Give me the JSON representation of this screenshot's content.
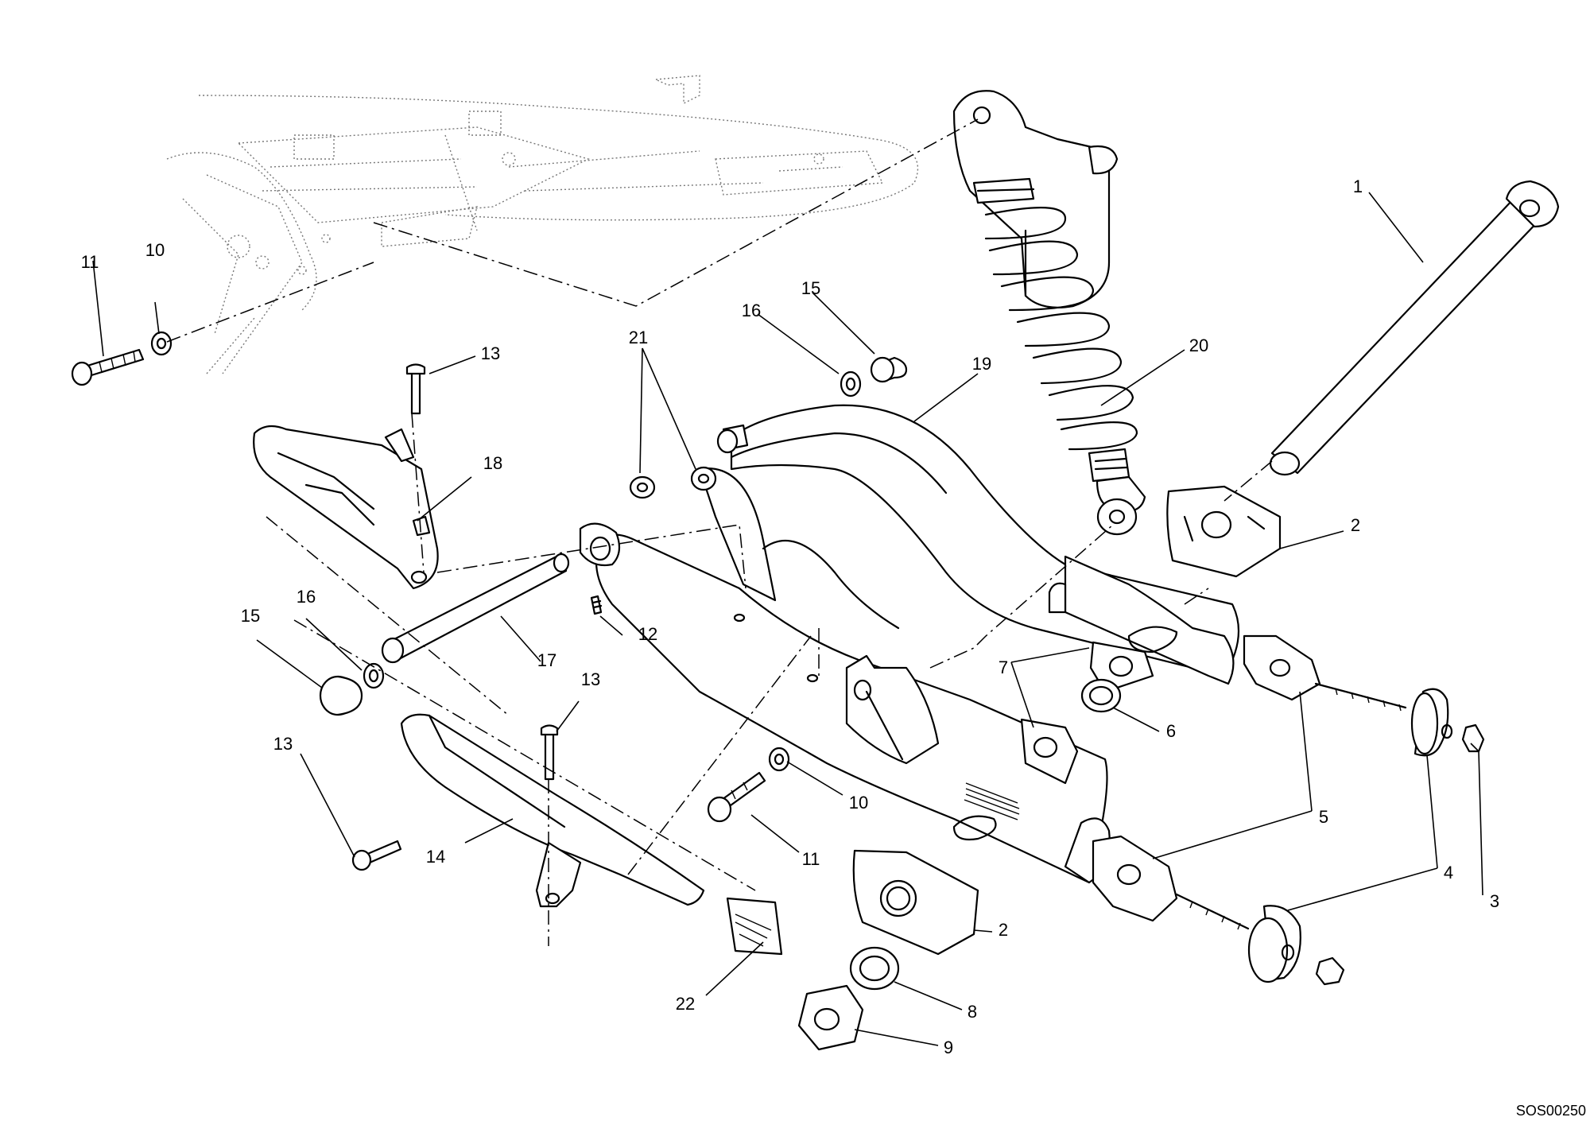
{
  "drawing_code": "SOS00250",
  "callouts": [
    {
      "id": "c1",
      "text": "1"
    },
    {
      "id": "c2a",
      "text": "2"
    },
    {
      "id": "c2b",
      "text": "2"
    },
    {
      "id": "c3",
      "text": "3"
    },
    {
      "id": "c4",
      "text": "4"
    },
    {
      "id": "c5",
      "text": "5"
    },
    {
      "id": "c6",
      "text": "6"
    },
    {
      "id": "c7",
      "text": "7"
    },
    {
      "id": "c8",
      "text": "8"
    },
    {
      "id": "c9",
      "text": "9"
    },
    {
      "id": "c10a",
      "text": "10"
    },
    {
      "id": "c10b",
      "text": "10"
    },
    {
      "id": "c11a",
      "text": "11"
    },
    {
      "id": "c11b",
      "text": "11"
    },
    {
      "id": "c12",
      "text": "12"
    },
    {
      "id": "c13a",
      "text": "13"
    },
    {
      "id": "c13b",
      "text": "13"
    },
    {
      "id": "c13c",
      "text": "13"
    },
    {
      "id": "c14",
      "text": "14"
    },
    {
      "id": "c15a",
      "text": "15"
    },
    {
      "id": "c15b",
      "text": "15"
    },
    {
      "id": "c16a",
      "text": "16"
    },
    {
      "id": "c16b",
      "text": "16"
    },
    {
      "id": "c17",
      "text": "17"
    },
    {
      "id": "c18",
      "text": "18"
    },
    {
      "id": "c19",
      "text": "19"
    },
    {
      "id": "c20",
      "text": "20"
    },
    {
      "id": "c21",
      "text": "21"
    },
    {
      "id": "c22",
      "text": "22"
    }
  ]
}
